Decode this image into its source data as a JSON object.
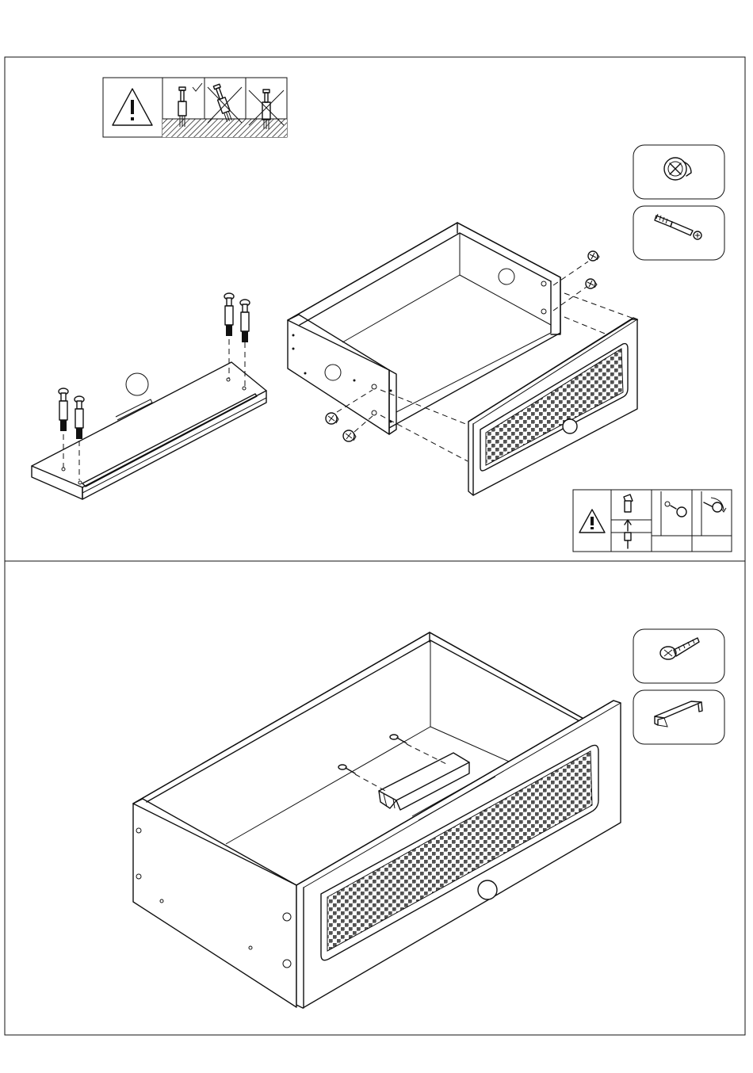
{
  "steps": [
    {
      "number": ""
    },
    {
      "number": ""
    }
  ],
  "parts": [
    {
      "icon": "cam-lock-icon"
    },
    {
      "icon": "cam-dowel-icon"
    },
    {
      "icon": "wood-screw-icon"
    },
    {
      "icon": "drawer-handle-icon"
    }
  ],
  "warnings": [
    {
      "icon": "warning-triangle-icon",
      "panels": [
        "dowel-correct",
        "dowel-tilted-wrong",
        "dowel-overdriven-wrong"
      ]
    },
    {
      "icon": "warning-triangle-icon",
      "panels": [
        "dowel-insert",
        "cam-insert",
        "cam-turn"
      ]
    }
  ]
}
